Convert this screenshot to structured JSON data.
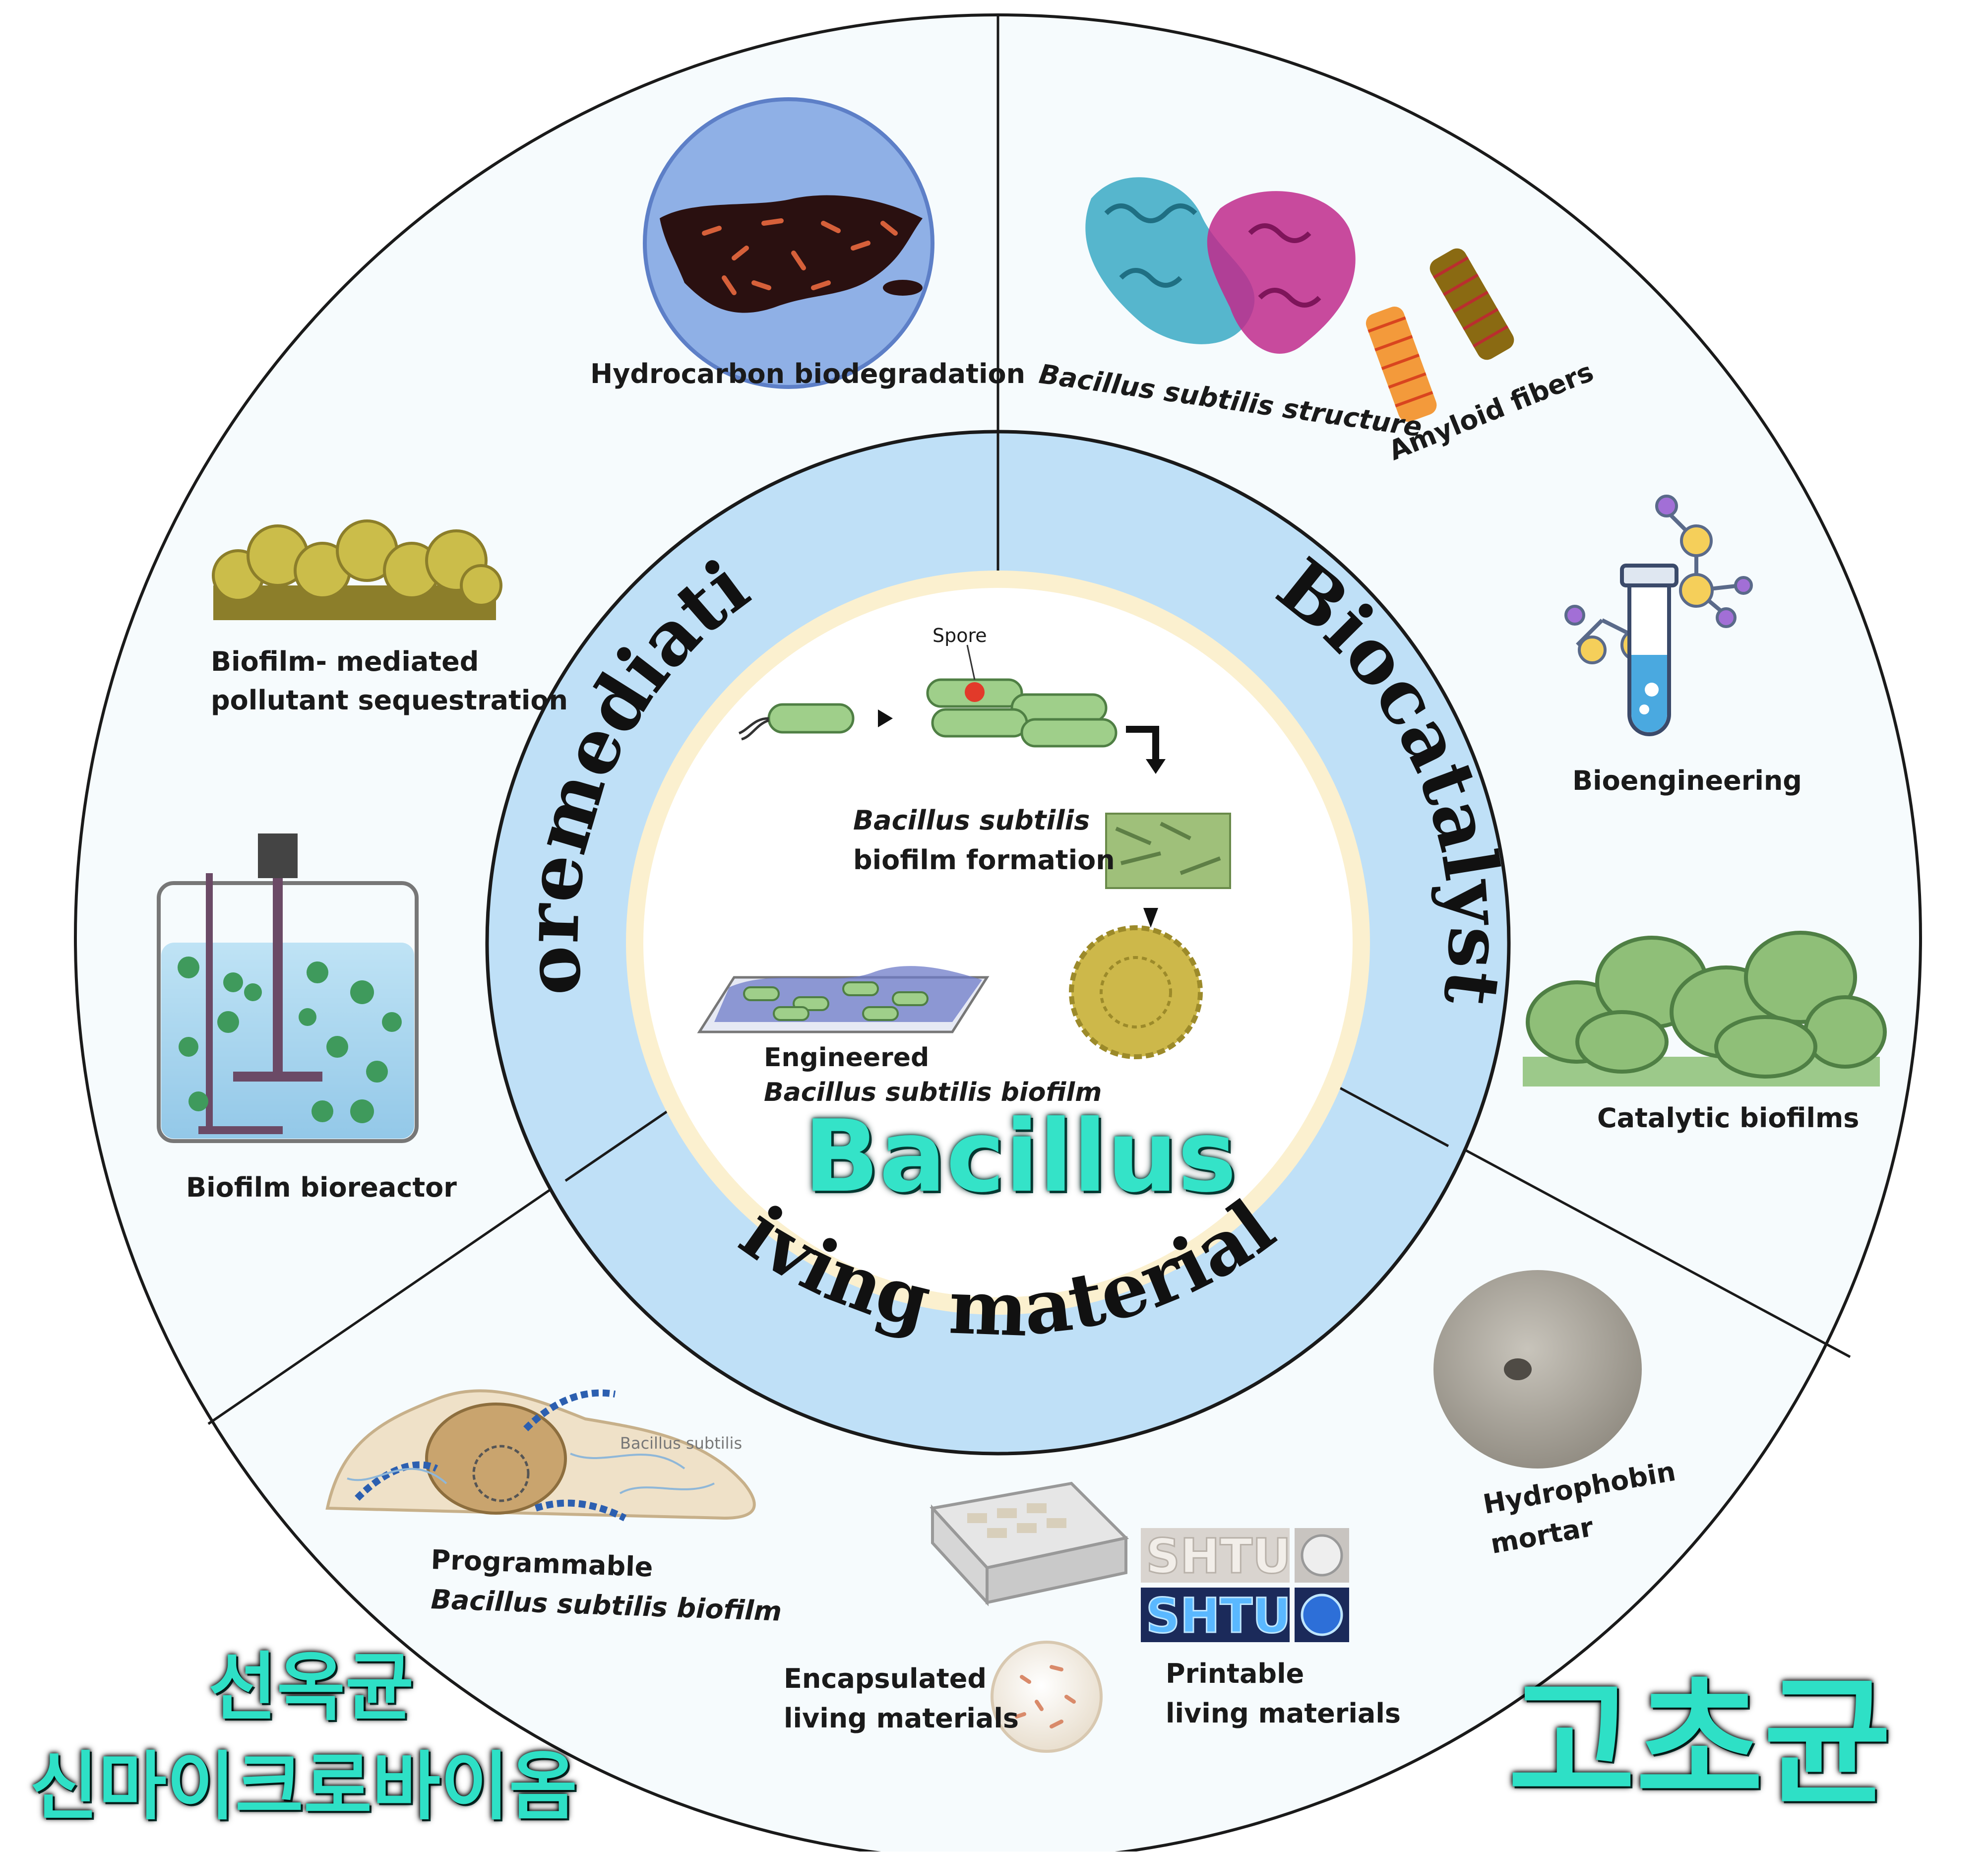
{
  "center": {
    "title": "Bacillus",
    "spore_label": "Spore",
    "formation_label_1": "Bacillus subtilis",
    "formation_label_2": "biofilm formation",
    "engineered_label_1": "Engineered",
    "engineered_label_2": "Bacillus subtilis biofilm"
  },
  "ring_titles": {
    "bioremediation": "Bioremediation",
    "biocatalyst": "Biocatalyst",
    "living_materials": "Living materials"
  },
  "bioremediation": {
    "hydrocarbon": "Hydrocarbon biodegradation",
    "sequestration_1": "Biofilm- mediated",
    "sequestration_2": "pollutant  sequestration",
    "bioreactor": "Biofilm bioreactor"
  },
  "biocatalyst": {
    "structure": "Bacillus subtilis structure",
    "amyloid": "Amyloid fibers",
    "bioengineering": "Bioengineering",
    "catalytic": "Catalytic biofilms"
  },
  "living_materials": {
    "programmable_1": "Programmable",
    "programmable_2": "Bacillus subtilis biofilm",
    "encapsulated_1": "Encapsulated",
    "encapsulated_2": "living materials",
    "printable_1": "Printable",
    "printable_2": "living materials",
    "hydrophobin_1": "Hydrophobin",
    "hydrophobin_2": "mortar",
    "shtu_text": "SHTU",
    "schematic_text": "Bacillus subtilis"
  },
  "corner_text": {
    "left_line1": "선옥균",
    "left_line2": "신마이크로바이옴",
    "right": "고초균"
  },
  "colors": {
    "outer_ring": "#f6fbfd",
    "middle_ring": "#bfe0f7",
    "inner_ring_border": "#fbf0cf",
    "inner_disc": "#ffffff",
    "accent_teal": "#34e3c8",
    "bacteria_green": "#9fcf8a",
    "water_blue": "#a9d6ef"
  }
}
